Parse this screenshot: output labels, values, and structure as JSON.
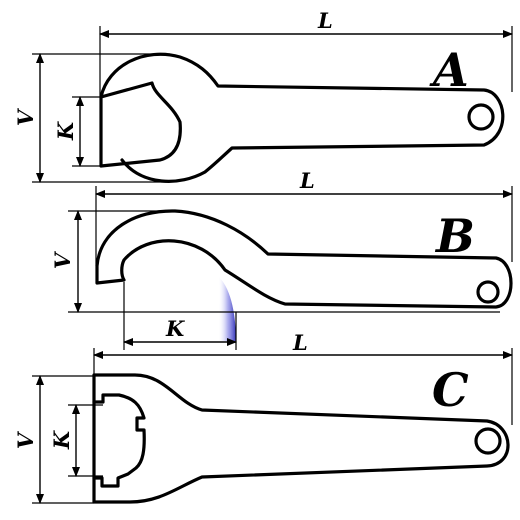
{
  "colors": {
    "line": "#000000",
    "highlight": "#3030c0",
    "background": "#ffffff"
  },
  "wrenches": [
    {
      "letter": "A",
      "labels": {
        "L": "L",
        "V": "V",
        "K": "K"
      }
    },
    {
      "letter": "B",
      "labels": {
        "L": "L",
        "V": "V",
        "K": "K"
      }
    },
    {
      "letter": "C",
      "labels": {
        "L": "L",
        "V": "V",
        "K": "K"
      }
    }
  ]
}
